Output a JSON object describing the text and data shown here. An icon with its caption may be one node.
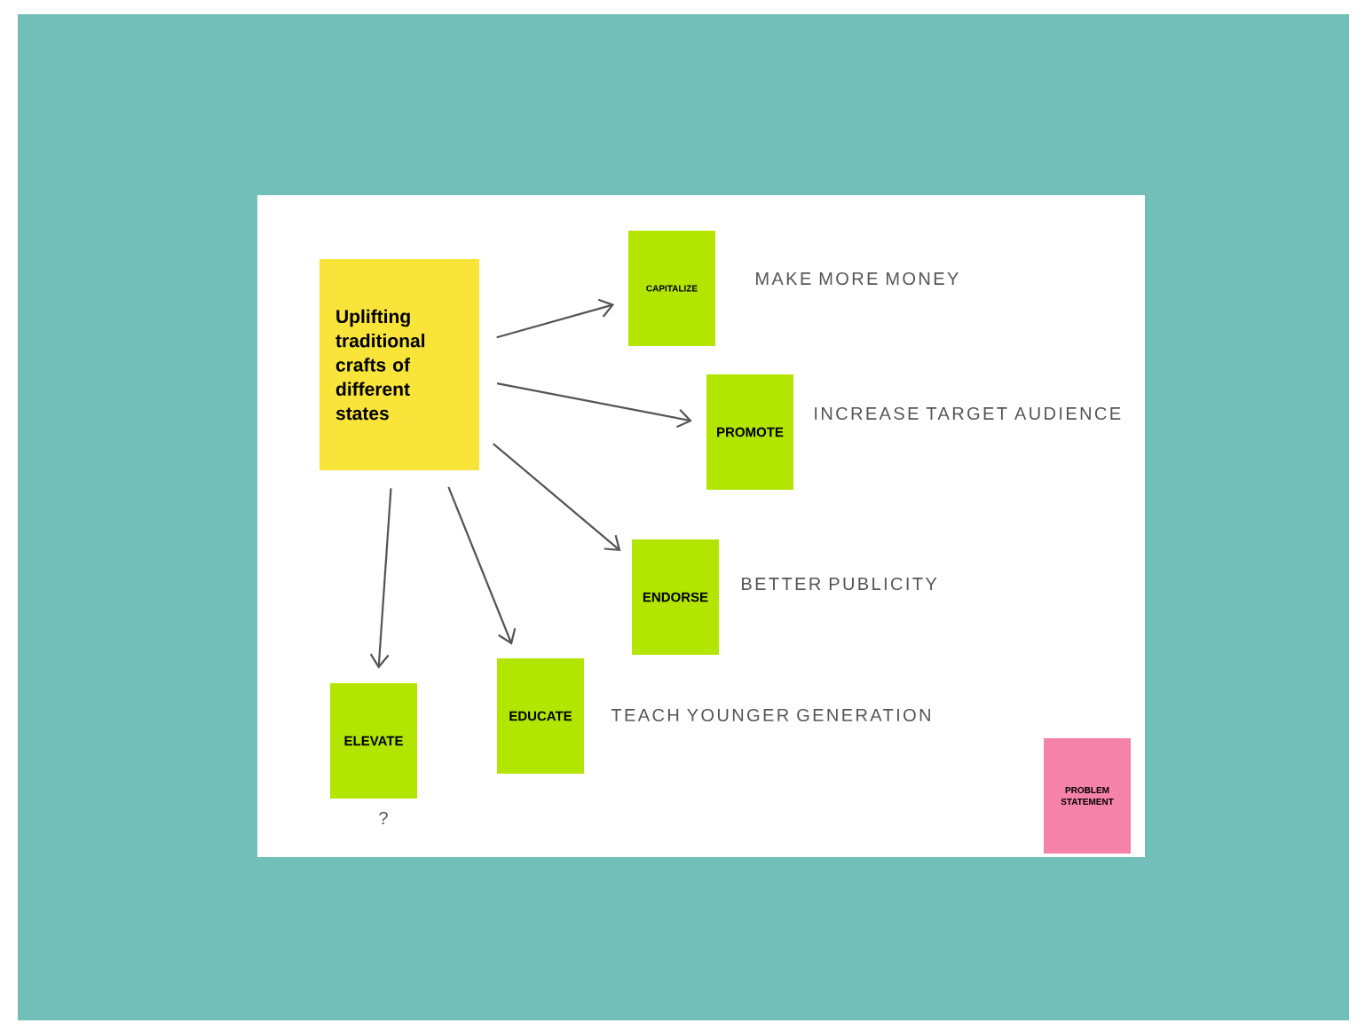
{
  "diagram": {
    "nodes": [
      {
        "text": [
          "Uplifting traditional crafts of different states"
        ]
      },
      {
        "text": [
          "CAPITALIZE"
        ],
        "beside": [
          "MAKE MORE MONEY"
        ]
      },
      {
        "text": [
          "PROMOTE"
        ],
        "beside": [
          "INCREASE TARGET AUDIENCE"
        ]
      },
      {
        "text": [
          "ENDORSE"
        ],
        "beside": [
          "BETTER PUBLICITY"
        ]
      },
      {
        "text": [
          "EDUCATE"
        ],
        "beside": [
          "TEACH YOUNGER GENERATION"
        ]
      },
      {
        "text": [
          "ELEVATE"
        ],
        "beside": [
          "?"
        ]
      },
      {
        "text": [
          "PROBLEM STATEMENT"
        ]
      }
    ],
    "edges": [
      {
        "from": 0,
        "to": 1,
        "arrow": "to"
      },
      {
        "from": 0,
        "to": 2,
        "arrow": "to"
      },
      {
        "from": 0,
        "to": 3,
        "arrow": "to"
      },
      {
        "from": 0,
        "to": 4,
        "arrow": "to"
      },
      {
        "from": 0,
        "to": 5,
        "arrow": "to"
      }
    ]
  }
}
